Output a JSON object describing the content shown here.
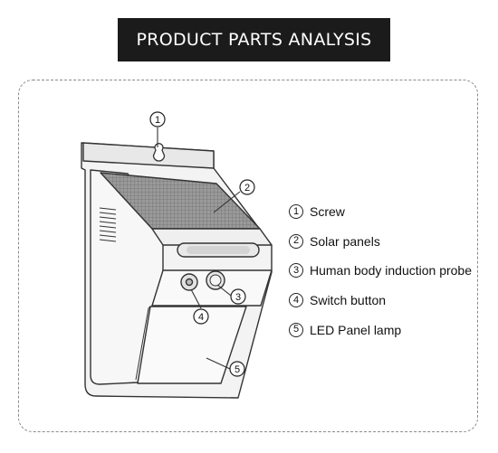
{
  "banner": {
    "title": "PRODUCT PARTS ANALYSIS"
  },
  "parts": [
    {
      "number": "1",
      "label": "Screw"
    },
    {
      "number": "2",
      "label": "Solar panels"
    },
    {
      "number": "3",
      "label": "Human body induction probe"
    },
    {
      "number": "4",
      "label": "Switch button"
    },
    {
      "number": "5",
      "label": "LED Panel lamp"
    }
  ],
  "colors": {
    "banner_bg": "#1b1b1b",
    "outline": "#333333",
    "frame_border": "#8a8a8a"
  }
}
